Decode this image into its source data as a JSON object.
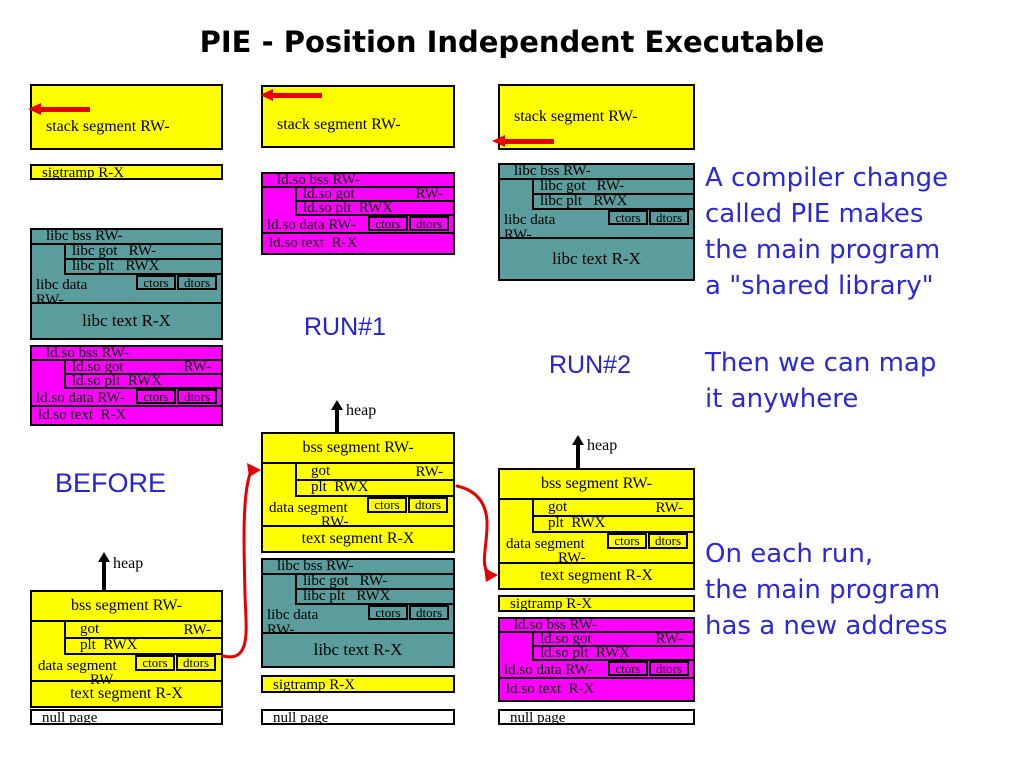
{
  "title": "PIE - Position Independent Executable",
  "labels": {
    "before": "BEFORE",
    "run1": "RUN#1",
    "run2": "RUN#2",
    "heap": "heap"
  },
  "notes": {
    "pie": [
      "A compiler change",
      "called PIE makes",
      "the main program",
      "a \"shared library\""
    ],
    "map": [
      "Then we can map",
      "it anywhere"
    ],
    "address": [
      "On each run,",
      "the main program",
      "has a new address"
    ]
  },
  "segments": {
    "stack": "stack segment RW-",
    "sigtramp": "sigtramp R-X",
    "null_page": "null page",
    "main": {
      "bss": "bss segment RW-",
      "got": "got",
      "got_perm": "RW-",
      "plt": "plt  RWX",
      "ctors": "ctors",
      "dtors": "dtors",
      "data": "data segment",
      "data_perm": "RW-",
      "text": "text segment R-X"
    },
    "libc": {
      "bss": "libc bss RW-",
      "got": "libc got   RW-",
      "plt": "libc plt   RWX",
      "data": "libc data",
      "data_perm": "RW-",
      "ctors": "ctors",
      "dtors": "dtors",
      "text": "libc text R-X"
    },
    "ldso": {
      "bss": "ld.so bss RW-",
      "got": "ld.so got",
      "got_perm": "RW-",
      "plt": "ld.so plt  RWX",
      "data": "ld.so data RW-",
      "ctors": "ctors",
      "dtors": "dtors",
      "text": "ld.so text  R-X"
    }
  },
  "colors": {
    "yellow": "#ffff00",
    "teal": "#5b9c9c",
    "magenta": "#ff00ff",
    "red": "#e60000",
    "blue": "#2525d5",
    "black": "#000000"
  }
}
